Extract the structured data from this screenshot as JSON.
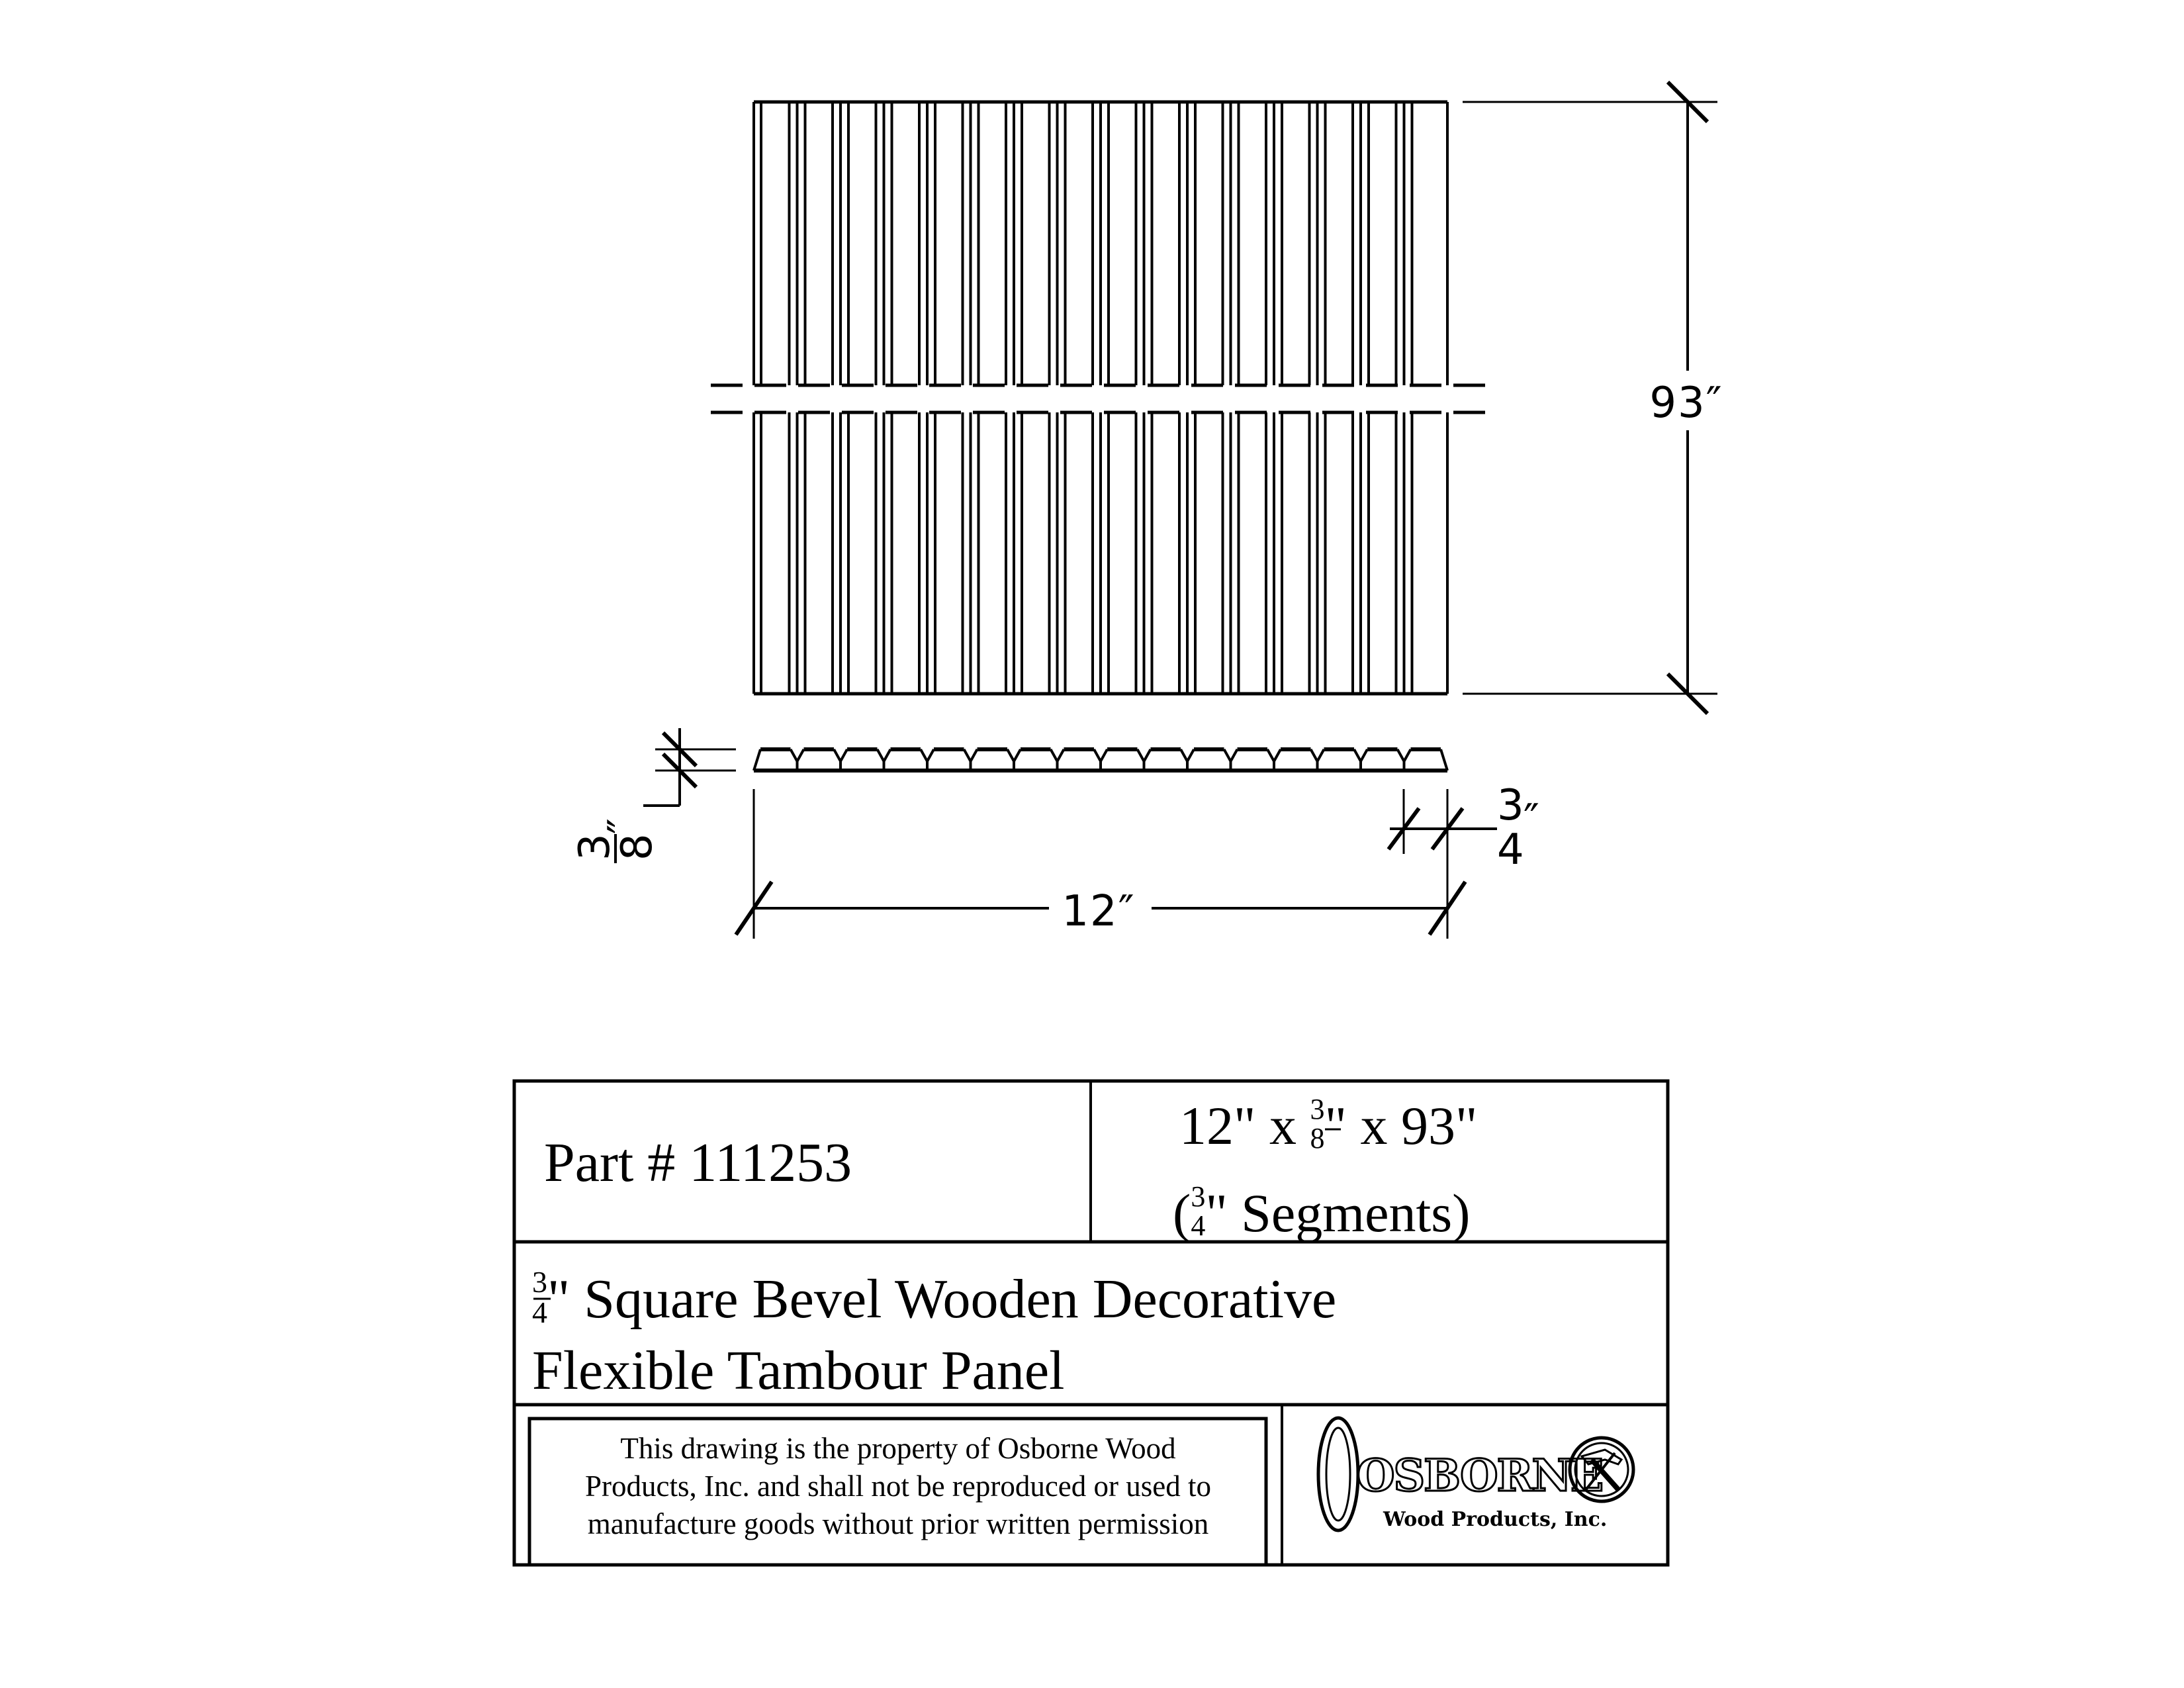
{
  "drawing": {
    "height_dim": "93″",
    "width_dim": "12″",
    "thickness_dim": {
      "num": "3",
      "den": "8",
      "unit": "″"
    },
    "segment_dim": {
      "num": "3",
      "den": "4",
      "unit": "″"
    },
    "segment_count": 16
  },
  "title_block": {
    "part_number": "Part # 111253",
    "size": {
      "a": "12\" x ",
      "num": "3",
      "den": "8",
      "b": "\" x 93\""
    },
    "segments": {
      "open": "(",
      "num": "3",
      "den": "4",
      "rest": "\" Segments)"
    },
    "description": {
      "num": "3",
      "den": "4",
      "line1": "\" Square Bevel Wooden Decorative",
      "line2": "Flexible Tambour Panel"
    },
    "disclaimer": [
      "This drawing is the property of Osborne Wood",
      "Products, Inc. and shall not be reproduced or used to",
      "manufacture goods without prior written permission"
    ],
    "logo": {
      "name": "OSBORNE",
      "subtitle": "Wood Products, Inc."
    }
  }
}
